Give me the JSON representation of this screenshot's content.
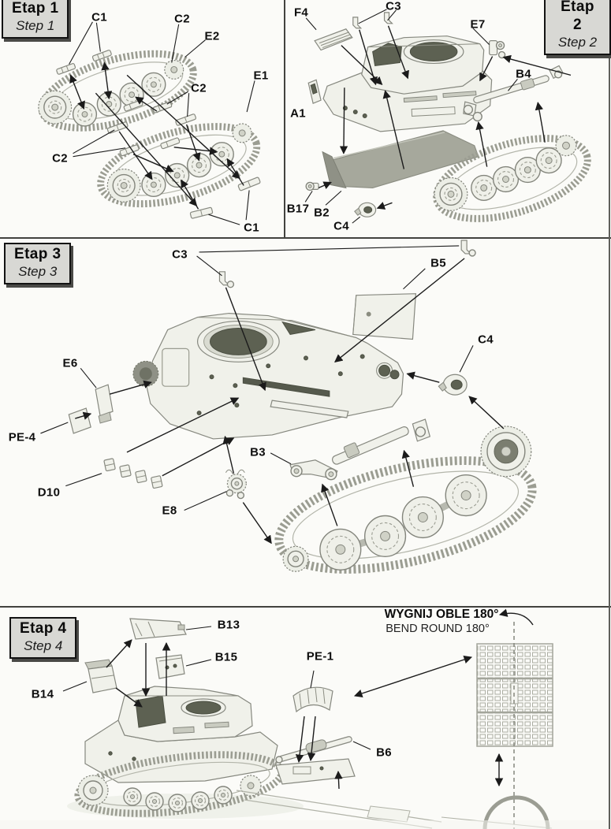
{
  "sheet": {
    "kind": "model-kit-assembly-instructions",
    "subject": "tankette exploded-view assembly diagram",
    "languages": "Polish / English"
  },
  "steps": {
    "step1": {
      "title_pl": "Etap 1",
      "title_en": "Step 1",
      "part_labels": {
        "c1_top": "C1",
        "c2_top": "C2",
        "e2": "E2",
        "c2_mid": "C2",
        "e1": "E1",
        "c2_left": "C2",
        "c1_bottom": "C1"
      }
    },
    "step2": {
      "title_pl": "Etap 2",
      "title_en": "Step 2",
      "part_labels": {
        "f4": "F4",
        "c3": "C3",
        "e7": "E7",
        "b4": "B4",
        "a1": "A1",
        "b17": "B17",
        "b2": "B2",
        "c4": "C4"
      }
    },
    "step3": {
      "title_pl": "Etap 3",
      "title_en": "Step 3",
      "part_labels": {
        "c3": "C3",
        "b5": "B5",
        "c4": "C4",
        "e6": "E6",
        "pe4": "PE-4",
        "d10": "D10",
        "b3": "B3",
        "e8": "E8"
      }
    },
    "step4": {
      "title_pl": "Etap 4",
      "title_en": "Step 4",
      "part_labels": {
        "b13": "B13",
        "b15": "B15",
        "b14": "B14",
        "pe1": "PE-1",
        "b6": "B6"
      },
      "bend_note_pl": "WYGNIJ OBLE 180°",
      "bend_note_en": "BEND ROUND 180°"
    }
  },
  "colors": {
    "paper": "#fbfbf8",
    "panel_border": "#42423f",
    "step_box_bg": "#d8d8d4",
    "step_box_border": "#131313",
    "label_text": "#0e0e0e",
    "part_fill": "#f0f1ea",
    "part_outline": "#86887f",
    "dark_opening": "#5d6152",
    "mudguard_gray": "#a6a89c",
    "arrow": "#1b1b1b"
  }
}
